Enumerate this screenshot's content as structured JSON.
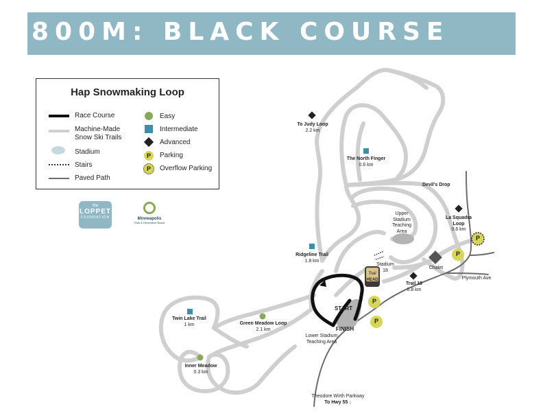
{
  "banner": {
    "title": "800M: BLACK COURSE"
  },
  "legend": {
    "title": "Hap Snowmaking Loop",
    "items": {
      "race_course": "Race Course",
      "machine_made_1": "Machine-Made",
      "machine_made_2": "Snow Ski Trails",
      "stadium": "Stadium",
      "stairs": "Stairs",
      "paved_path": "Paved Path",
      "easy": "Easy",
      "intermediate": "Intermediate",
      "advanced": "Advanced",
      "parking": "Parking",
      "overflow_parking": "Overflow Parking"
    },
    "parking_letter": "P"
  },
  "logos": {
    "loppet": {
      "the": "the",
      "name": "LOPPET",
      "sub": "FOUNDATION"
    },
    "minneapolis": {
      "name": "Minneapolis",
      "sub": "Park & Recreation Board"
    }
  },
  "map": {
    "labels": {
      "to_judy_loop": {
        "name": "To Judy Loop",
        "dist": "2.2 km"
      },
      "north_finger": {
        "name": "The North Finger",
        "dist": "0.6 km"
      },
      "devils_drop": "Devil's Drop",
      "la_squadra": {
        "name1": "La Squadra",
        "name2": "Loop",
        "dist": "0.6 km"
      },
      "upper_stadium": {
        "l1": "Upper",
        "l2": "Stadium",
        "l3": "Teaching",
        "l4": "Area"
      },
      "ridgeline": {
        "name": "Ridgeline Trail",
        "dist": "1.8 km"
      },
      "stadium_18": {
        "l1": "Stadium",
        "l2": "18"
      },
      "chalet": "Chalet",
      "trail_18": {
        "name": "Trail 18",
        "dist": "0.8 km"
      },
      "plymouth_ave": "Plymouth Ave",
      "twin_lake": {
        "name": "Twin Lake Trail",
        "dist": "1 km"
      },
      "green_meadow": {
        "name": "Green Meadow Loop",
        "dist": "2.1 km"
      },
      "inner_meadow": {
        "name": "Inner Meadow",
        "dist": "0.3 km"
      },
      "start": "START",
      "finish": "FINISH",
      "lower_stadium": {
        "l1": "Lower Stadium",
        "l2": "Teaching Area"
      },
      "theodore_wirth": {
        "l1": "Theodore Wirth Parkway",
        "l2": "To Hwy 55"
      },
      "trailhead_1": "Trail",
      "trailhead_2": "HEAD",
      "parking_letter": "P"
    }
  },
  "colors": {
    "banner": "#8fb8c4",
    "trail": "#cfcfcf",
    "race": "#111111",
    "paved": "#6b6b6b",
    "easy": "#8aa85a",
    "intermediate": "#3d8fa6",
    "advanced": "#222222",
    "parking": "#d8d65a",
    "stadium": "#b3b3b3"
  }
}
